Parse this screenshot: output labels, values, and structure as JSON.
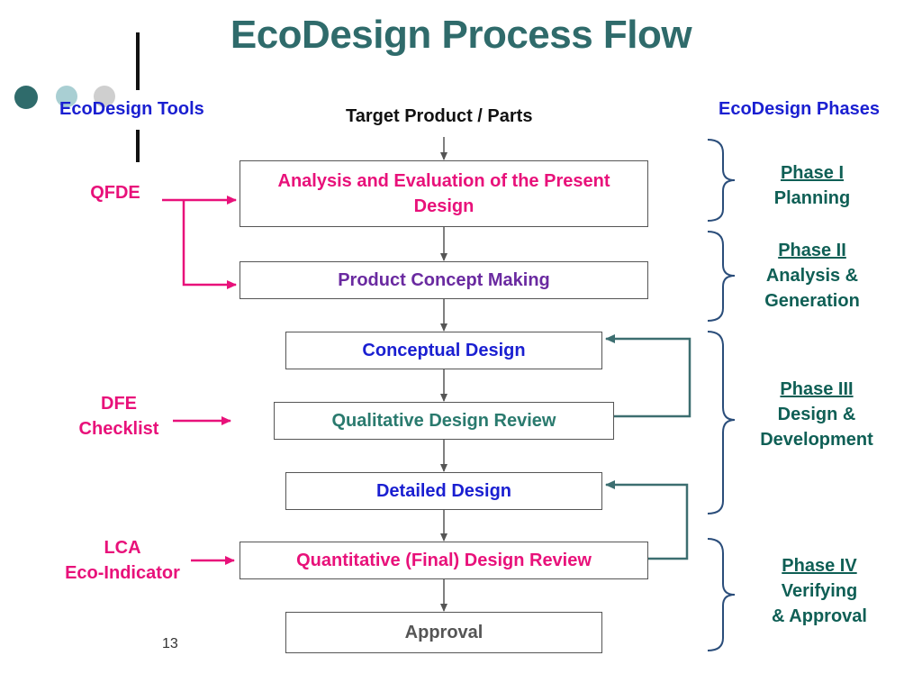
{
  "title": "EcoDesign Process Flow",
  "headers": {
    "tools": "EcoDesign Tools",
    "target": "Target Product / Parts",
    "phases": "EcoDesign Phases"
  },
  "steps": [
    "Analysis and Evaluation of the Present Design",
    "Product Concept Making",
    "Conceptual Design",
    "Qualitative Design Review",
    "Detailed Design",
    "Quantitative (Final) Design Review",
    "Approval"
  ],
  "tools": [
    {
      "lines": [
        "QFDE"
      ]
    },
    {
      "lines": [
        "DFE",
        "Checklist"
      ]
    },
    {
      "lines": [
        "LCA",
        "Eco-Indicator"
      ]
    }
  ],
  "phases": [
    {
      "title": "Phase I",
      "lines": [
        "Planning"
      ]
    },
    {
      "title": "Phase II",
      "lines": [
        "Analysis &",
        "Generation"
      ]
    },
    {
      "title": "Phase III",
      "lines": [
        "Design &",
        "Development"
      ]
    },
    {
      "title": "Phase IV",
      "lines": [
        "Verifying",
        "& Approval"
      ]
    }
  ],
  "slide_number": "13",
  "colors": {
    "title": "#2f6b6b",
    "tool_arrow": "#e8117a",
    "feedback_arrow": "#3c6e70",
    "brace": "#2a4d7a",
    "flow_arrow": "#555555"
  }
}
